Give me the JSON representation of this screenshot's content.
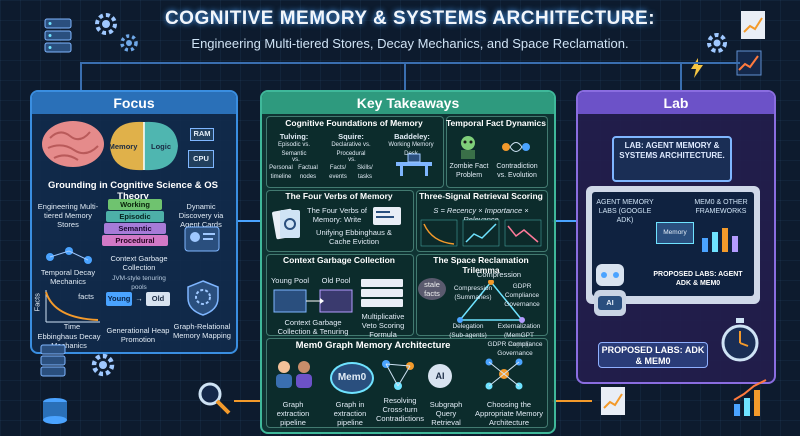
{
  "header": {
    "title": "COGNITIVE MEMORY & SYSTEMS ARCHITECTURE:",
    "subtitle": "Engineering Multi-tiered Stores, Decay Mechanics, and Space Reclamation."
  },
  "focus": {
    "heading": "Focus",
    "brain_labels": {
      "memory": "Memory",
      "logic": "Logic",
      "ram": "RAM",
      "cpu": "CPU"
    },
    "grounding": "Grounding in Cognitive Science & OS Theory",
    "multi_tier": "Engineering Multi-tiered Memory Stores",
    "tiers": [
      "Working",
      "Episodic",
      "Semantic",
      "Procedural"
    ],
    "dynamic_discovery": "Dynamic Discovery via Agent Cards",
    "temporal_decay": "Temporal Decay Mechanics",
    "facts_label": "facts",
    "time_label": "Time",
    "facts_axis": "Facts",
    "ebbinghaus": "Ebbinghaus Decay Mechanics",
    "context_gc": "Context Garbage Collection",
    "jvm_note": "JVM-style tenuring pools",
    "young": "Young",
    "old": "Old",
    "generational": "Generational Heap Promotion",
    "graph_relational": "Graph-Relational Memory Mapping"
  },
  "key": {
    "heading": "Key Takeaways",
    "cognitive_foundations": "Cognitive Foundations of Memory",
    "tulving": "Tulving:",
    "tulving_sub": "Episodic vs. Semantic",
    "squire": "Squire:",
    "squire_sub": "Declarative vs. Procedural",
    "baddeley": "Baddeley:",
    "baddeley_sub": "Working Memory Desk",
    "personal": "Personal timeline",
    "vs": "vs.",
    "factual": "Factual nodes",
    "facts_events": "Facts/ events",
    "skills": "Skills/ tasks",
    "temporal_dynamics": "Temporal Fact Dynamics",
    "zombie": "Zombie Fact Problem",
    "contradiction": "Contradiction vs. Evolution",
    "four_verbs": "The Four Verbs of Memory",
    "four_verbs_write": "The Four Verbs of Memory: Write",
    "unifying": "Unifying Ebbinghaus & Cache Eviction",
    "three_signal": "Three-Signal Retrieval Scoring",
    "formula": "S = Recency × Importance × Relevance",
    "context_gc": "Context Garbage Collection",
    "young_pool": "Young Pool",
    "old_pool": "Old Pool",
    "gc_caption": "Context Garbage Collection & Tenuring",
    "veto": "Multiplicative Veto Scoring Formula",
    "stale": "stale facts",
    "trilemma": "The Space Reclamation Trilemma",
    "compression": "Compression",
    "compression_sum": "Compression (Summaries)",
    "gdpr": "GDPR Compliance Governance",
    "delegation": "Delegation (Sub-agents)",
    "externalization": "Externalization (MemGPT Paging)",
    "mem0_title": "Mem0 Graph Memory Architecture",
    "gdpr2": "GDPR Compliance Governance",
    "mem0": "Mem0",
    "ai": "AI",
    "graph_extraction": "Graph extraction pipeline",
    "graph_in": "Graph in extraction pipeline",
    "resolving": "Resolving Cross-turn Contradictions",
    "subgraph": "Subgraph Query Retrieval",
    "choosing": "Choosing the Appropriate Memory Architecture"
  },
  "lab": {
    "heading": "Lab",
    "lab_title": "LAB: AGENT MEMORY & SYSTEMS ARCHITECTURE.",
    "screen_left": "AGENT MEMORY LABS (GOOGLE ADK)",
    "screen_right": "MEM0 & OTHER FRAMEWORKS",
    "screen_mem": "Memory",
    "screen_proposed": "PROPOSED LABS: AGENT ADK & MEM0",
    "ai": "AI",
    "proposed": "PROPOSED LABS: ADK & MEM0"
  },
  "colors": {
    "focus": "#3a8ee0",
    "key": "#3fb89a",
    "lab": "#8a6de0",
    "wire": "#4aa3ff",
    "accent_orange": "#f39a2b"
  }
}
